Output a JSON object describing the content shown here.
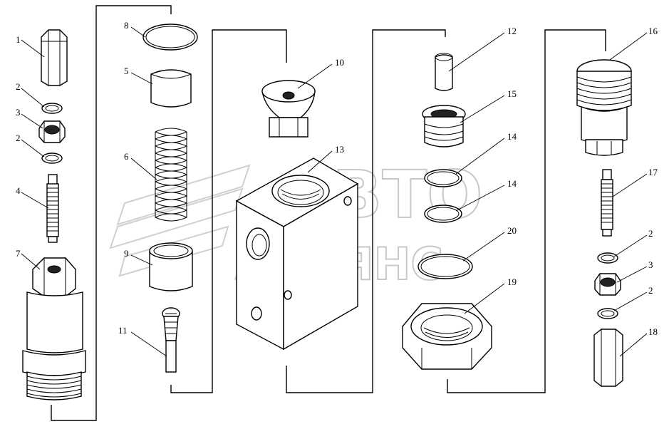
{
  "watermark": {
    "line1": "АВТО",
    "line2": "АЛЬЯНС"
  },
  "callouts": [
    {
      "id": "c1",
      "label": "1"
    },
    {
      "id": "c2a",
      "label": "2"
    },
    {
      "id": "c3a",
      "label": "3"
    },
    {
      "id": "c2b",
      "label": "2"
    },
    {
      "id": "c4",
      "label": "4"
    },
    {
      "id": "c7",
      "label": "7"
    },
    {
      "id": "c8",
      "label": "8"
    },
    {
      "id": "c5",
      "label": "5"
    },
    {
      "id": "c6",
      "label": "6"
    },
    {
      "id": "c9",
      "label": "9"
    },
    {
      "id": "c11",
      "label": "11"
    },
    {
      "id": "c10",
      "label": "10"
    },
    {
      "id": "c13",
      "label": "13"
    },
    {
      "id": "c12",
      "label": "12"
    },
    {
      "id": "c15",
      "label": "15"
    },
    {
      "id": "c14a",
      "label": "14"
    },
    {
      "id": "c14b",
      "label": "14"
    },
    {
      "id": "c20",
      "label": "20"
    },
    {
      "id": "c19",
      "label": "19"
    },
    {
      "id": "c16",
      "label": "16"
    },
    {
      "id": "c17",
      "label": "17"
    },
    {
      "id": "c2c",
      "label": "2"
    },
    {
      "id": "c3b",
      "label": "3"
    },
    {
      "id": "c2d",
      "label": "2"
    },
    {
      "id": "c18",
      "label": "18"
    }
  ]
}
